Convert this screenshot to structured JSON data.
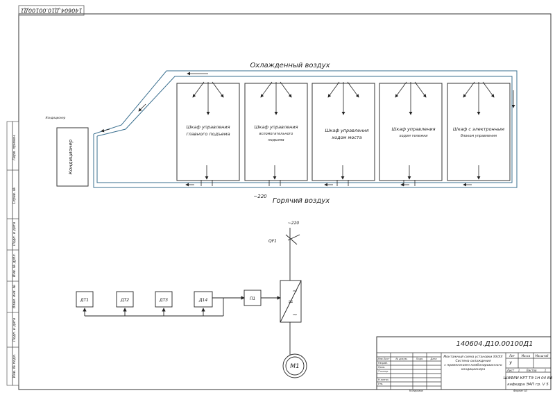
{
  "stamp_top": "140604.Д10.00100Д1",
  "duct": {
    "cold_air_label": "Охлажденный воздух",
    "hot_air_label": "Горячий воздух",
    "voltage_label": "~220",
    "conditioner_small_label": "Кондиционер",
    "conditioner_label": "Кондиционер"
  },
  "cabinets": [
    {
      "label1": "Шкаф управления",
      "label2": "главного подъема"
    },
    {
      "label1": "Шкаф управления",
      "label2": "вспомогательного",
      "label3": "подъема"
    },
    {
      "label1": "Шкаф управления",
      "label2": "ходом моста"
    },
    {
      "label1": "Шкаф управления",
      "label2": "ходом тележки"
    },
    {
      "label1": "Шкаф с электронным",
      "label2": "блоком управления"
    }
  ],
  "circuit": {
    "supply_label": "~220",
    "breaker_label": "QF1",
    "sensors": [
      "ДТ1",
      "ДТ2",
      "ДТ3",
      "Д14"
    ],
    "controller_label": "П1",
    "motor_label": "М1"
  },
  "title_block": {
    "doc_number": "140604.Д10.00100Д1",
    "title_lines": [
      "Монтажный схема установки ХХ/ХХ",
      "Система охлаждения",
      "с применением комбинированного",
      "кондиционера"
    ],
    "columns": [
      "Лит",
      "Масса",
      "Масштаб"
    ],
    "lit_value": "У",
    "sheet_row": [
      "Лист",
      "1",
      "Листов",
      "1"
    ],
    "org_line1": "ШИФРИ КРТ ТЭ 1Н 04 ВВ",
    "org_line2": "кафедра ЭАП гр. V 5",
    "role_rows": [
      "Разраб.",
      "Пров.",
      "Т.контр.",
      "",
      "Н.контр.",
      "Утв."
    ],
    "header_cells": [
      "Изм.Лист",
      "№ докум.",
      "Подп.",
      "Дата"
    ],
    "bottom_left": "Копировал",
    "bottom_right": "Формат А3"
  },
  "side_stamps": [
    "Инв. № подл.",
    "Подп. и дата",
    "Взам. инв. №",
    "Инв. № дубл.",
    "Подп. и дата",
    "Справ. №",
    "Перв. примен."
  ]
}
